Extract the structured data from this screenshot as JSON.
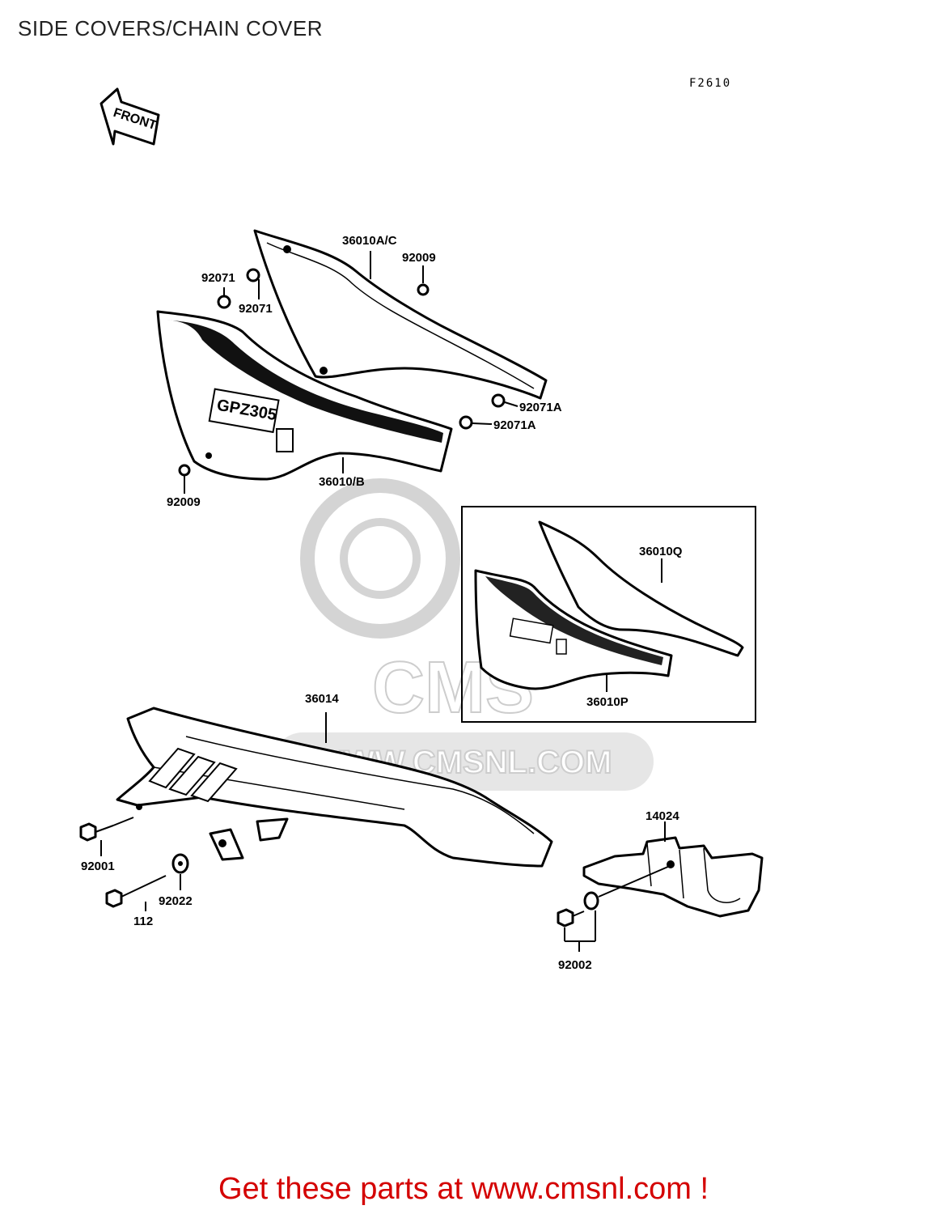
{
  "title": "SIDE COVERS/CHAIN COVER",
  "figure_code": "F2610",
  "direction_arrow": "FRONT",
  "watermark": {
    "logo_text": "CMS",
    "url_text": "WWW.CMSNL.COM"
  },
  "callouts": {
    "c36010ac": "36010A/C",
    "c92009_top": "92009",
    "c92071_left": "92071",
    "c92071_mid": "92071",
    "c92071a_upper": "92071A",
    "c92071a_lower": "92071A",
    "c36010b": "36010/B",
    "c92009_bottom": "92009",
    "c36010q": "36010Q",
    "c36010p": "36010P",
    "c36014": "36014",
    "c14024": "14024",
    "c92001": "92001",
    "c92022": "92022",
    "c112": "112",
    "c92002": "92002"
  },
  "decal_text": "GPZ305",
  "footer": "Get these parts at www.cmsnl.com !",
  "colors": {
    "footer": "#d40000",
    "watermark": "#c8c8c8"
  }
}
